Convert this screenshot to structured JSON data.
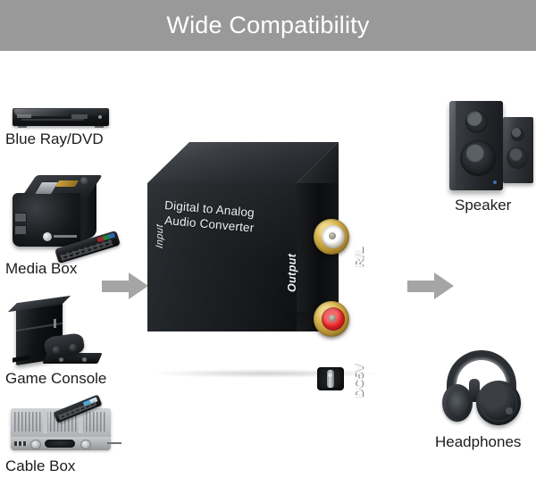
{
  "header": {
    "title": "Wide Compatibility",
    "background_color": "#999999",
    "text_color": "#ffffff"
  },
  "device": {
    "title_line1": "Digital to Analog",
    "title_line2": "Audio Converter",
    "input_label": "Input",
    "output_label": "Output",
    "rca_label": "R/L",
    "power_label": "DC5V",
    "body_color": "#17191c",
    "jack_color": "#d6b34e",
    "left_channel_color": "#ffffff",
    "right_channel_color": "#e02224"
  },
  "arrows": {
    "color": "#a5a5a5",
    "input_arrow": "arrow-right",
    "output_arrow": "arrow-right"
  },
  "sources": [
    {
      "id": "blue-ray-dvd",
      "label": "Blue Ray/DVD",
      "icon": "blu-ray-player-icon"
    },
    {
      "id": "media-box",
      "label": "Media Box",
      "icon": "media-box-icon"
    },
    {
      "id": "game-console",
      "label": "Game Console",
      "icon": "game-console-icon"
    },
    {
      "id": "cable-box",
      "label": "Cable Box",
      "icon": "cable-box-icon"
    }
  ],
  "outputs": [
    {
      "id": "speaker",
      "label": "Speaker",
      "icon": "speaker-icon"
    },
    {
      "id": "headphones",
      "label": "Headphones",
      "icon": "headphones-icon"
    }
  ]
}
